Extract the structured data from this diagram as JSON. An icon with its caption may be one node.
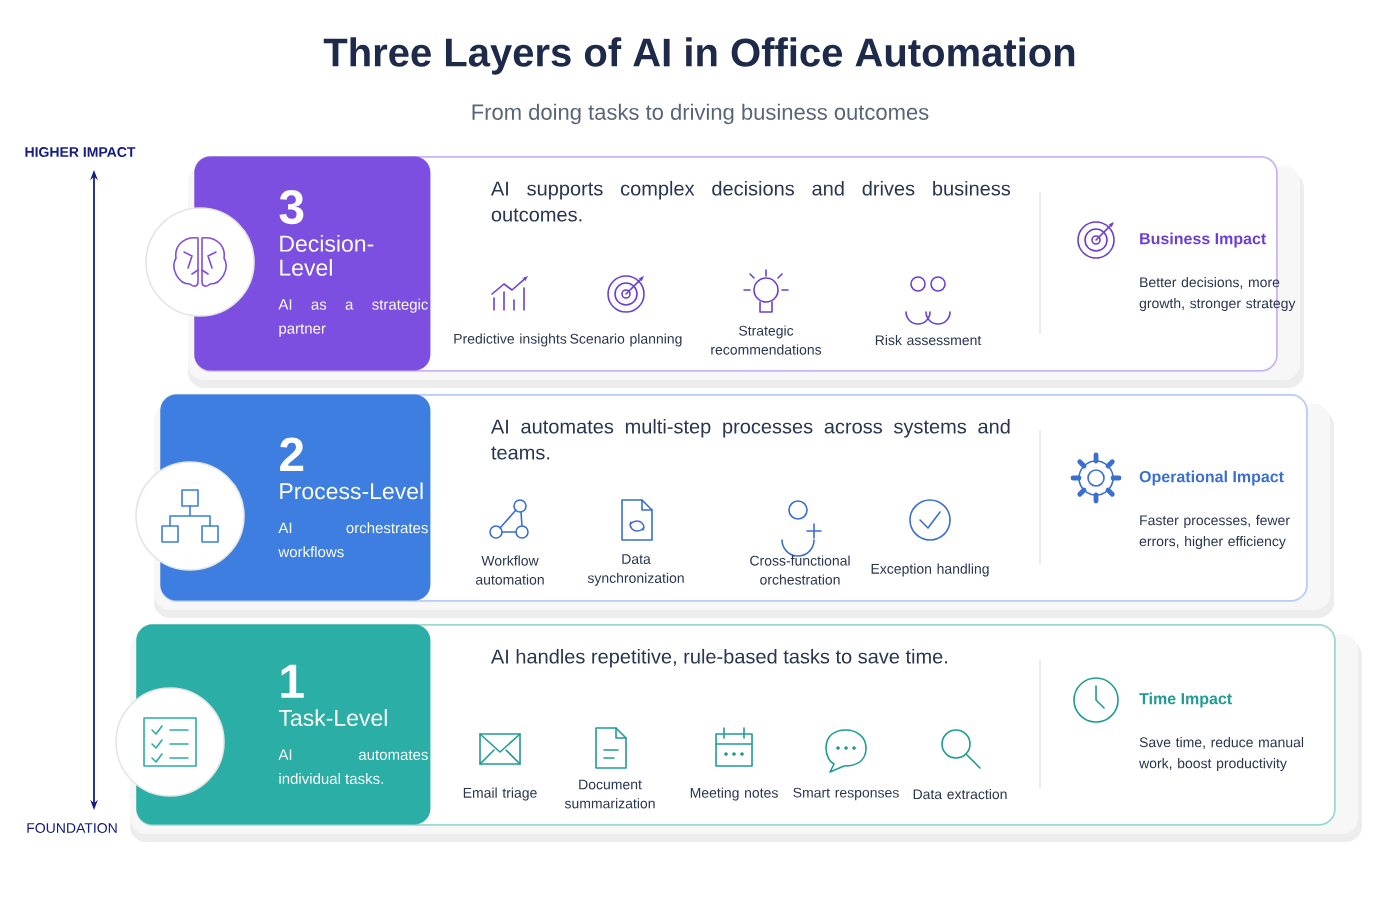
{
  "diagram": {
    "title": "Three Layers of AI in Office Automation",
    "caption": "From doing tasks to driving business outcomes",
    "nodes": [
      {
        "text": [
          "AI supports complex decisions and drives business outcomes."
        ]
      },
      {
        "text": [
          "3",
          "Decision-Level",
          "AI as a strategic partner"
        ],
        "in": 0
      },
      {
        "text": [
          "AI automates multi-step processes across systems and teams."
        ]
      },
      {
        "text": [
          "2",
          "Process-Level",
          "AI orchestrates workflows"
        ],
        "in": 2
      },
      {
        "text": [
          "AI handles repetitive, rule-based tasks to save time."
        ]
      },
      {
        "text": [
          "1",
          "Task-Level",
          "AI automates individual tasks."
        ],
        "in": 4
      }
    ],
    "labels": [
      "HIGHER IMPACT",
      "Predictive insights",
      "Scenario planning",
      "Strategic recommendations",
      "Risk assessment",
      "Business Impact",
      "Better decisions, more growth, stronger strategy",
      "Workflow automation",
      "Data synchronization",
      "Cross-functional orchestration",
      "Exception handling",
      "Operational Impact",
      "Faster processes, fewer errors, higher efficiency",
      "Email triage",
      "Document summarization",
      "Meeting notes",
      "Smart responses",
      "Data extraction",
      "Time Impact",
      "Save time, reduce manual work, boost productivity",
      "FOUNDATION"
    ]
  }
}
